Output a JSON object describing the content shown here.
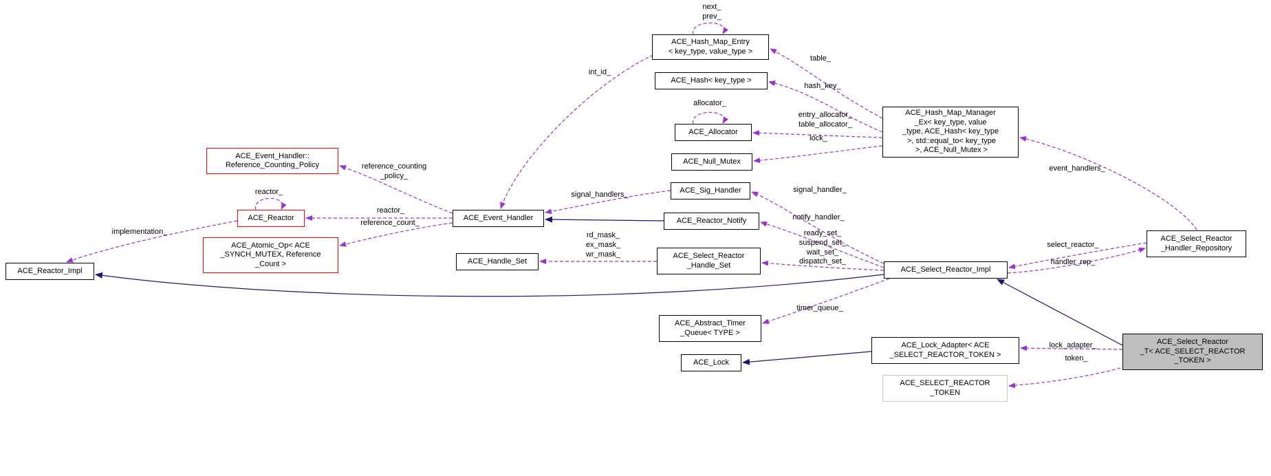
{
  "colors": {
    "usage_edge": "#9a32cd",
    "inheritance_edge": "#191970",
    "node_border": "#000000",
    "highlight_border": "#ff0000",
    "target_fill": "#bfbfbf",
    "undocumented_border": "#c8c8c8"
  },
  "nodes": {
    "hash_map_entry": "ACE_Hash_Map_Entry\n< key_type, value_type >",
    "hash": "ACE_Hash< key_type >",
    "allocator": "ACE_Allocator",
    "null_mutex": "ACE_Null_Mutex",
    "hash_map_manager": "ACE_Hash_Map_Manager\n_Ex< key_type, value\n_type, ACE_Hash< key_type\n >, std::equal_to< key_type\n >, ACE_Null_Mutex >",
    "ref_counting_policy": "ACE_Event_Handler::\nReference_Counting_Policy",
    "reactor": "ACE_Reactor",
    "atomic_op": "ACE_Atomic_Op< ACE\n_SYNCH_MUTEX, Reference\n_Count >",
    "reactor_impl": "ACE_Reactor_Impl",
    "event_handler": "ACE_Event_Handler",
    "sig_handler": "ACE_Sig_Handler",
    "reactor_notify": "ACE_Reactor_Notify",
    "handle_set": "ACE_Handle_Set",
    "select_reactor_handle_set": "ACE_Select_Reactor\n_Handle_Set",
    "select_reactor_impl": "ACE_Select_Reactor_Impl",
    "handler_repository": "ACE_Select_Reactor\n_Handler_Repository",
    "abstract_timer_queue": "ACE_Abstract_Timer\n_Queue< TYPE >",
    "lock_adapter": "ACE_Lock_Adapter< ACE\n_SELECT_REACTOR_TOKEN >",
    "lock": "ACE_Lock",
    "token": "ACE_SELECT_REACTOR\n_TOKEN",
    "select_reactor_t": "ACE_Select_Reactor\n_T< ACE_SELECT_REACTOR\n_TOKEN >"
  },
  "edge_labels": {
    "next_prev": "next_\nprev_",
    "table": "table_",
    "int_id": "int_id_",
    "hash_key": "hash_key_",
    "allocator_self": "allocator_",
    "entry_table_allocator": "entry_allocator_\ntable_allocator_",
    "lock": "lock_",
    "event_handlers": "event_handlers_",
    "reference_counting_policy": "reference_counting\n_policy_",
    "reactor_self": "reactor_",
    "reactor": "reactor_",
    "reference_count": "reference_count_",
    "implementation": "implementation_",
    "signal_handlers": "signal_handlers_",
    "signal_handler": "signal_handler_",
    "notify_handler": "notify_handler_",
    "masks": "rd_mask_\nex_mask_\nwr_mask_",
    "sets": "ready_set_\nsuspend_set_\nwait_set_\ndispatch_set_",
    "select_reactor": "select_reactor_",
    "handler_rep": "handler_rep_",
    "timer_queue": "timer_queue_",
    "lock_adapter": "lock_adapter_",
    "token": "token_"
  }
}
